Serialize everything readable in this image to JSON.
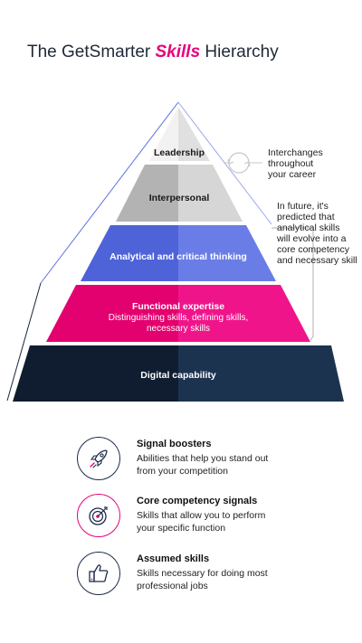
{
  "title": {
    "prefix": "The GetSmarter ",
    "accent": "Skills",
    "suffix": " Hierarchy"
  },
  "layers": [
    {
      "id": "leadership",
      "label": "Leadership"
    },
    {
      "id": "interpersonal",
      "label": "Interpersonal"
    },
    {
      "id": "analytical",
      "label": "Analytical and critical thinking"
    },
    {
      "id": "functional",
      "label": "Functional expertise",
      "sublabel_1": "Distinguishing skills, defining skills,",
      "sublabel_2": "necessary skills"
    },
    {
      "id": "digital",
      "label": "Digital capability"
    }
  ],
  "notes": {
    "interchanges": [
      "Interchanges",
      "throughout",
      "your career"
    ],
    "future": [
      "In future, it's",
      "predicted that",
      "analytical skills",
      "will evolve into a",
      "core competency",
      "and necessary skill"
    ]
  },
  "legend": [
    {
      "title": "Signal boosters",
      "desc": "Abilities that help you stand out from your competition",
      "icon": "rocket-icon"
    },
    {
      "title": "Core competency signals",
      "desc": "Skills that allow you to perform your specific function",
      "icon": "target-icon"
    },
    {
      "title": "Assumed skills",
      "desc": "Skills necessary for doing most professional jobs",
      "icon": "thumbs-up-icon"
    }
  ],
  "colors": {
    "leadership": "#e8e8e8",
    "interpersonal": "#b8b8b8",
    "analytical": "#5b6fe0",
    "functional": "#e8007a",
    "digital": "#17263b",
    "accent": "#e8007a"
  }
}
